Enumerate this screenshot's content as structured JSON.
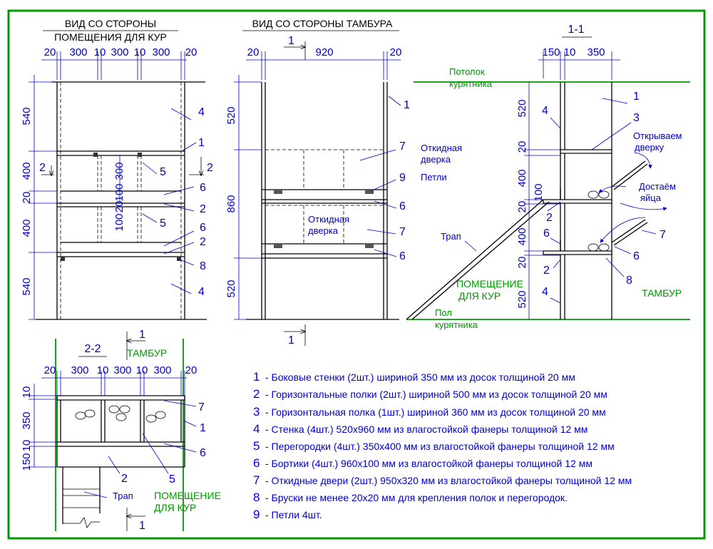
{
  "views": {
    "front": {
      "title_line1": "ВИД СО СТОРОНЫ",
      "title_line2": "ПОМЕЩЕНИЯ ДЛЯ КУР",
      "dims_top": [
        "20",
        "300",
        "10",
        "300",
        "10",
        "300",
        "20"
      ],
      "dims_left": [
        "540",
        "400",
        "20",
        "400",
        "540"
      ],
      "dims_inner": [
        "300",
        "100",
        "20",
        "100"
      ],
      "section_marker": "2"
    },
    "tambour": {
      "title": "ВИД СО СТОРОНЫ ТАМБУРА",
      "dims_top": [
        "20",
        "920",
        "20"
      ],
      "dims_left": [
        "520",
        "860",
        "520"
      ],
      "section_marker": "1",
      "door_label_top": [
        "Откидная",
        "дверка"
      ],
      "hinges_label": "Петли",
      "door_label_bottom": [
        "Откидная",
        "дверка"
      ]
    },
    "section_1_1": {
      "title": "1-1",
      "dims_top": [
        "150",
        "10",
        "350"
      ],
      "dims_left": [
        "520",
        "20",
        "400",
        "20",
        "400",
        "20",
        "520"
      ],
      "dim_inner": "100",
      "ceiling_label": [
        "Потолок",
        "курятника"
      ],
      "floor_label": [
        "Пол",
        "курятника"
      ],
      "room_label": [
        "ПОМЕЩЕНИЕ",
        "ДЛЯ КУР"
      ],
      "tambour_label": "ТАМБУР",
      "ramp_label": "Трап",
      "note_open": [
        "Открываем",
        "дверку"
      ],
      "note_eggs": [
        "Достаём",
        "яйца"
      ]
    },
    "section_2_2": {
      "title": "2-2",
      "dims_top": [
        "20",
        "300",
        "10",
        "300",
        "10",
        "300",
        "20"
      ],
      "dims_left": [
        "10",
        "350",
        "10",
        "150"
      ],
      "tambour_label": "ТАМБУР",
      "room_label": [
        "ПОМЕЩЕНИЕ",
        "ДЛЯ КУР"
      ],
      "ramp_label": "Трап",
      "section_marker": "1"
    }
  },
  "callouts": [
    "1",
    "2",
    "3",
    "4",
    "5",
    "6",
    "7",
    "8",
    "9"
  ],
  "legend": [
    {
      "num": "1",
      "text": "- Боковые стенки (2шт.) шириной 350 мм из досок толщиной 20 мм"
    },
    {
      "num": "2",
      "text": "- Горизонтальные полки (2шт.) шириной 500 мм из досок толщиной 20 мм"
    },
    {
      "num": "3",
      "text": "- Горизонтальная полка (1шт.) шириной 360 мм из досок толщиной 20 мм"
    },
    {
      "num": "4",
      "text": "- Стенка (4шт.) 520х960 мм из влагостойкой фанеры толщиной 12 мм"
    },
    {
      "num": "5",
      "text": "- Перегородки (4шт.) 350х400 мм из влагостойкой фанеры толщиной 12 мм"
    },
    {
      "num": "6",
      "text": "- Бортики (4шт.) 960х100 мм из влагостойкой фанеры толщиной 12 мм"
    },
    {
      "num": "7",
      "text": "- Откидные двери (2шт.) 950х320 мм из влагостойкой фанеры толщиной 12 мм"
    },
    {
      "num": "8",
      "text": "- Бруски не менее 20х20 мм для крепления полок и перегородок."
    },
    {
      "num": "9",
      "text": "- Петли 4шт."
    }
  ],
  "colors": {
    "frame": "#009900",
    "dimension": "#0000cc",
    "outline": "#000000"
  }
}
